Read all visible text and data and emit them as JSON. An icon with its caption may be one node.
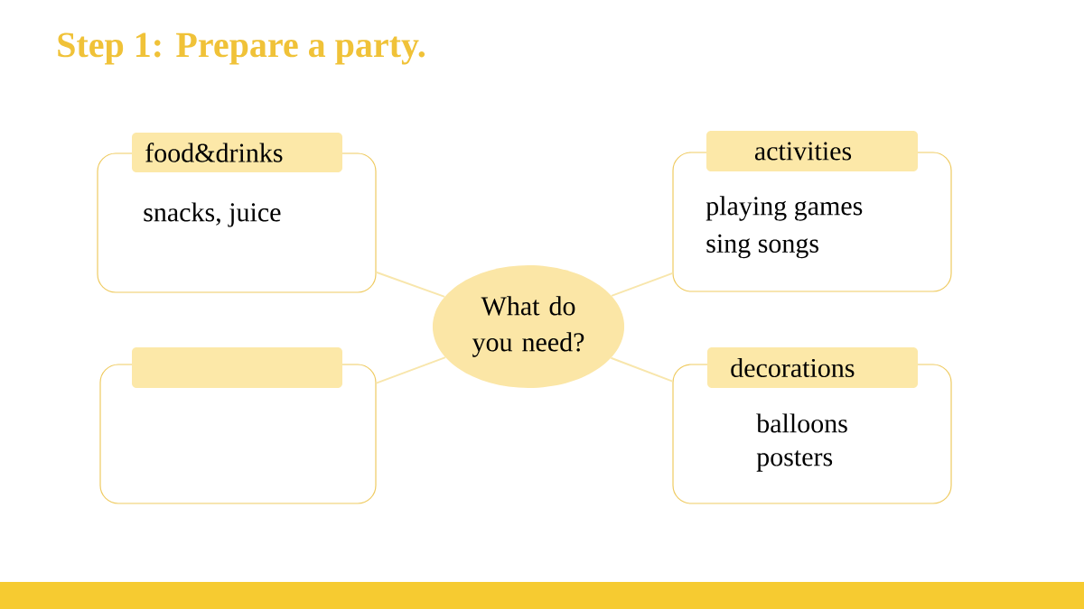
{
  "diagram": {
    "title": "Step 1: Prepare a party.",
    "nodes": [
      {
        "text": [
          "food&drinks"
        ]
      },
      {
        "text": [
          "snacks, juice"
        ]
      },
      {
        "text": [
          "activities"
        ]
      },
      {
        "text": [
          "playing games",
          "sing songs"
        ]
      },
      {
        "text": [
          "What do you need?"
        ]
      },
      {
        "text": [],
        "shape": "box"
      },
      {
        "text": [],
        "shape": "box"
      },
      {
        "text": [
          "decorations"
        ]
      },
      {
        "text": [
          "balloons",
          "posters"
        ]
      }
    ],
    "edges": [
      {
        "from": 4,
        "to": 1,
        "arrow": "none"
      },
      {
        "from": 4,
        "to": 3,
        "arrow": "none"
      },
      {
        "from": 4,
        "to": 6,
        "arrow": "none"
      },
      {
        "from": 4,
        "to": 8,
        "arrow": "none"
      }
    ]
  }
}
